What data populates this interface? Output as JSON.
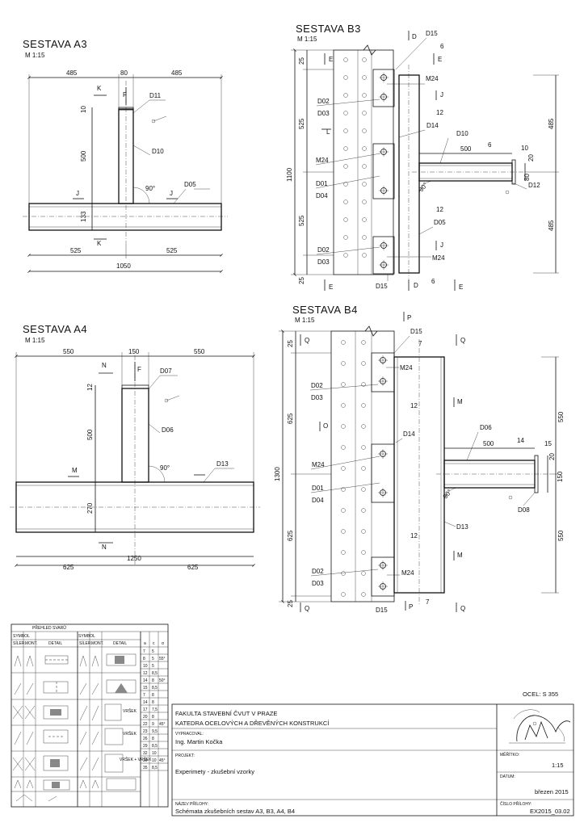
{
  "assemblies": {
    "a3": {
      "title": "SESTAVA A3",
      "scale": "M 1:15",
      "dims": [
        "485",
        "80",
        "485",
        "10",
        "500",
        "133",
        "525",
        "525",
        "1050",
        "90°"
      ],
      "cuts": [
        "K",
        "J",
        "J",
        "K",
        "F"
      ],
      "labels": [
        "D11",
        "D10",
        "D05"
      ]
    },
    "b3": {
      "title": "SESTAVA B3",
      "scale": "M 1:15",
      "dims": [
        "25",
        "525",
        "1100",
        "525",
        "25",
        "485",
        "485",
        "500",
        "10",
        "20",
        "80",
        "6",
        "12",
        "12",
        "6",
        "6",
        "90°"
      ],
      "cuts": [
        "E",
        "E",
        "L",
        "D",
        "J",
        "J",
        "E",
        "E",
        "D"
      ],
      "labels": [
        "D15",
        "M24",
        "D02",
        "D03",
        "D14",
        "D10",
        "M24",
        "D01",
        "D04",
        "D12",
        "D05",
        "D02",
        "D03",
        "M24",
        "D15"
      ]
    },
    "a4": {
      "title": "SESTAVA A4",
      "scale": "M 1:15",
      "dims": [
        "550",
        "150",
        "550",
        "12",
        "500",
        "270",
        "625",
        "625",
        "1250",
        "90°"
      ],
      "cuts": [
        "N",
        "M",
        "N",
        "F"
      ],
      "labels": [
        "D07",
        "D06",
        "D13"
      ]
    },
    "b4": {
      "title": "SESTAVA B4",
      "scale": "M 1:15",
      "dims": [
        "25",
        "625",
        "1300",
        "625",
        "25",
        "550",
        "550",
        "500",
        "15",
        "20",
        "150",
        "7",
        "12",
        "14",
        "12",
        "7",
        "90°"
      ],
      "cuts": [
        "Q",
        "Q",
        "O",
        "P",
        "M",
        "M",
        "Q",
        "Q",
        "P"
      ],
      "labels": [
        "D15",
        "M24",
        "D02",
        "D03",
        "D14",
        "D06",
        "M24",
        "D01",
        "D04",
        "D08",
        "D13",
        "D02",
        "D03",
        "M24",
        "D15"
      ]
    }
  },
  "weld_table": {
    "title": "PŘEHLED SVARŮ",
    "h_symbol": "SYMBOL",
    "h_sil": "SÍLER.",
    "h_mont": "MONT.",
    "h_detail": "DETAIL",
    "col_a": "a",
    "col_c": "c",
    "col_alpha": "α",
    "rows": [
      [
        "7",
        "5",
        ""
      ],
      [
        "8",
        "5",
        "55°"
      ],
      [
        "10",
        "5",
        ""
      ],
      [
        "12",
        "8,5",
        ""
      ],
      [
        "14",
        "8",
        "50°"
      ],
      [
        "15",
        "8,5",
        ""
      ],
      [
        "7",
        "8",
        ""
      ],
      [
        "14",
        "8",
        ""
      ],
      [
        "17",
        "7,5",
        ""
      ],
      [
        "20",
        "8",
        ""
      ],
      [
        "22",
        "9",
        "45°"
      ],
      [
        "23",
        "9,5",
        ""
      ],
      [
        "26",
        "8",
        ""
      ],
      [
        "29",
        "8,5",
        ""
      ],
      [
        "32",
        "10",
        ""
      ],
      [
        "30",
        "10",
        "45°"
      ],
      [
        "35",
        "8,5",
        ""
      ]
    ],
    "notes": [
      "VRŠEK",
      "VRŠEK",
      "VRŠEK + VRŠEK"
    ]
  },
  "steel": "OCEL: S 355",
  "title_block": {
    "school1": "FAKULTA STAVEBNÍ ČVUT V PRAZE",
    "school2": "KATEDRA OCELOVÝCH A DŘEVĚNÝCH KONSTRUKCÍ",
    "l_author": "VYPRACOVAL:",
    "author": "Ing. Martin Kočka",
    "l_project": "PROJEKT:",
    "project": "Experimety - zkušební vzorky",
    "l_scale": "MĚŘÍTKO:",
    "scale": "1:15",
    "l_date": "DATUM:",
    "date": "březen 2015",
    "l_name": "NÁZEV PŘÍLOHY:",
    "name": "Schémata zkušebních sestav A3, B3, A4, B4",
    "l_num": "ČÍSLO PŘÍLOHY:",
    "num": "EX2015_03.02"
  }
}
